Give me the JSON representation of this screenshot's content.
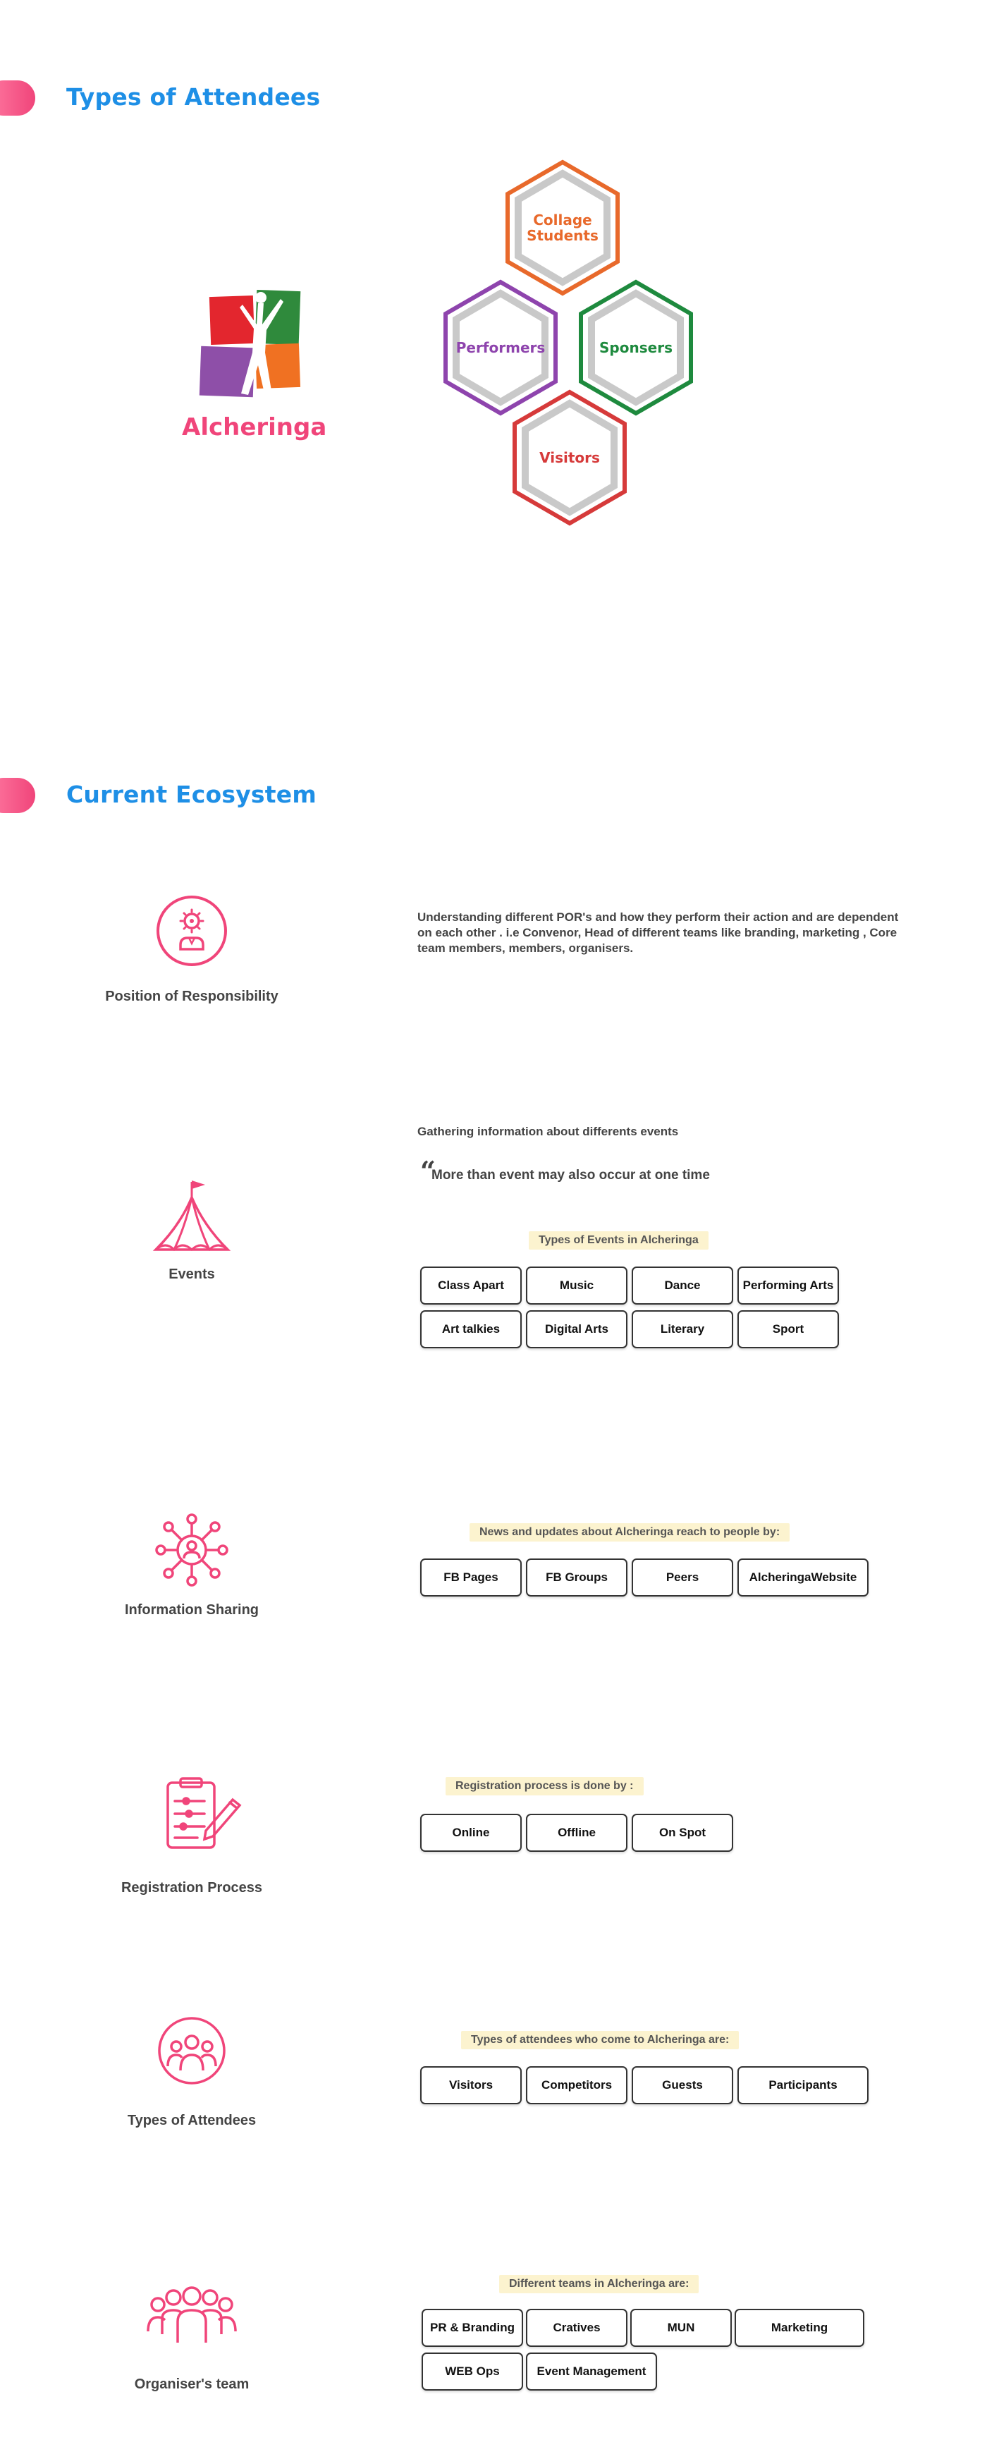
{
  "sections": {
    "types_title": "Types of Attendees",
    "ecosystem_title": "Current Ecosystem"
  },
  "logo": {
    "text": "Alcheringa"
  },
  "hexagons": {
    "collage": "Collage Students",
    "performers": "Performers",
    "sponsers": "Sponsers",
    "visitors": "Visitors"
  },
  "colors": {
    "title_blue": "#1e8fe6",
    "pink": "#f0457a",
    "orange": "#e8692b",
    "purple": "#8e44ad",
    "green": "#1e8a3e",
    "red": "#d63a3a",
    "tag_bg": "#fcf3cf"
  },
  "rows": {
    "por": {
      "label": "Position of Responsibility",
      "icon": "gear-person-icon",
      "description": "Understanding different POR's and how they perform their action and are dependent on each other . i.e Convenor, Head of different teams like branding, marketing , Core team members, members, organisers."
    },
    "events": {
      "label": "Events",
      "icon": "tent-icon",
      "intro": "Gathering information about differents events",
      "quote_mark": "“",
      "quote": "More than event may also occur at one time",
      "tag": "Types of Events in Alcheringa",
      "items": [
        "Class Apart",
        "Music",
        "Dance",
        "Performing Arts",
        "Art talkies",
        "Digital Arts",
        "Literary",
        "Sport"
      ]
    },
    "info": {
      "label": "Information Sharing",
      "icon": "network-icon",
      "tag": "News and updates about Alcheringa reach to people by:",
      "items": [
        "FB Pages",
        "FB Groups",
        "Peers",
        "AlcheringaWebsite"
      ]
    },
    "registration": {
      "label": "Registration Process",
      "icon": "clipboard-icon",
      "tag": "Registration process is done by :",
      "items": [
        "Online",
        "Offline",
        "On Spot"
      ]
    },
    "attendees": {
      "label": "Types of Attendees",
      "icon": "group-icon",
      "tag": "Types of attendees who come to Alcheringa are:",
      "items": [
        "Visitors",
        "Competitors",
        "Guests",
        "Participants"
      ]
    },
    "team": {
      "label": "Organiser's team",
      "icon": "team-icon",
      "tag": "Different teams in Alcheringa are:",
      "items": [
        "PR & Branding",
        "Cratives",
        "MUN",
        "Marketing",
        "WEB Ops",
        "Event Management"
      ]
    }
  }
}
